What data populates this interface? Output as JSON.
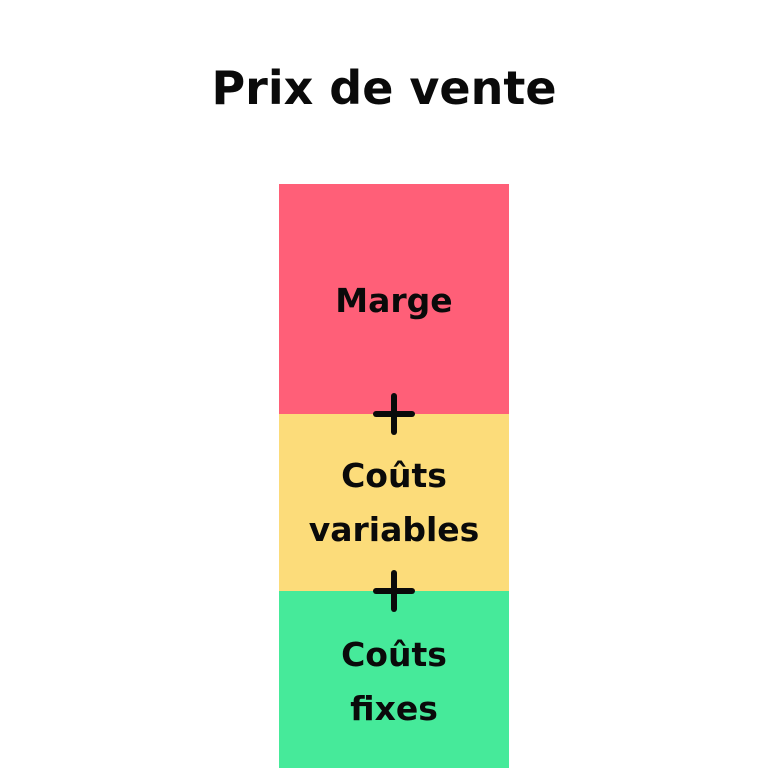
{
  "title": "Prix de vente",
  "segments": [
    {
      "name": "marge",
      "lines": [
        "Marge"
      ],
      "color": "#ff5f78"
    },
    {
      "name": "couts-variables",
      "lines": [
        "Coûts",
        "variables"
      ],
      "color": "#fcdc7a"
    },
    {
      "name": "couts-fixes",
      "lines": [
        "Coûts",
        "fixes"
      ],
      "color": "#46ea9a"
    }
  ],
  "operators": [
    {
      "symbol": "+",
      "icon": "plus-icon"
    },
    {
      "symbol": "+",
      "icon": "plus-icon"
    }
  ]
}
